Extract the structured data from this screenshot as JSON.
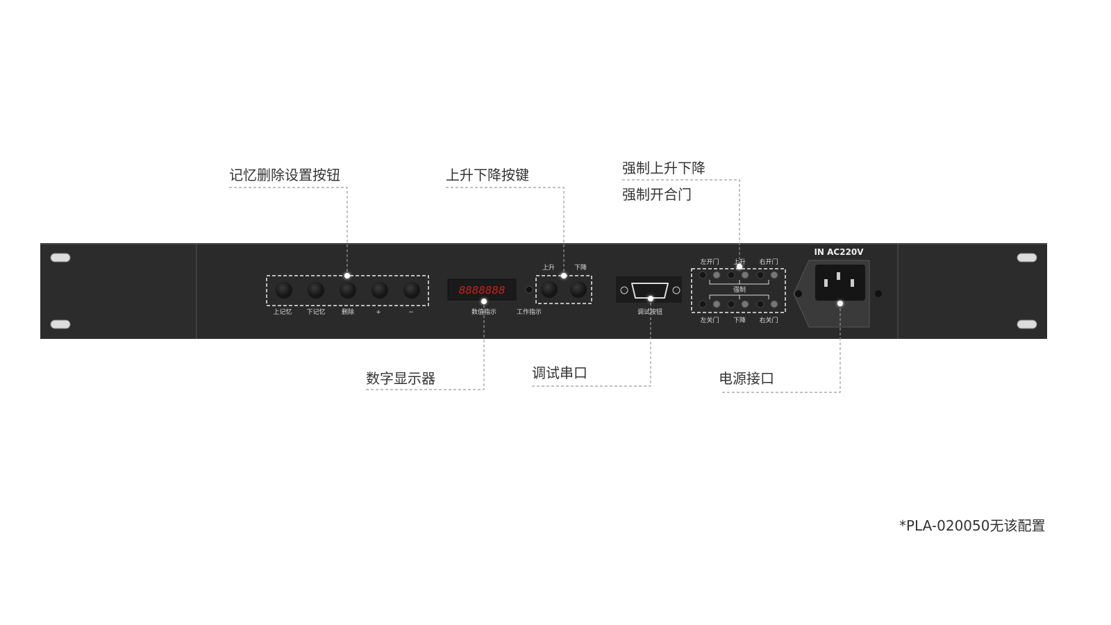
{
  "callouts": {
    "memory_buttons": "记忆删除设置按钮",
    "up_down_keys": "上升下降按键",
    "force_up_down": "强制上升下降",
    "force_open_close": "强制开合门",
    "digital_display": "数字显示器",
    "debug_serial": "调试串口",
    "power_port": "电源接口"
  },
  "panel": {
    "buttons": [
      "上记忆",
      "下记忆",
      "删除",
      "+",
      "−"
    ],
    "display_text": "8888888",
    "display_label": "数值指示",
    "work_indicator": "工作指示",
    "up": "上升",
    "down": "下降",
    "debug_label": "调试按钮",
    "force_top": [
      "左开门",
      "上升",
      "右开门"
    ],
    "force_mid": "强制",
    "force_bottom": [
      "左关门",
      "下降",
      "右关门"
    ],
    "power_label": "IN AC220V"
  },
  "footnote": "*PLA-020050无该配置",
  "colors": {
    "panel": "#2e2e2e",
    "display": "#d02020"
  }
}
